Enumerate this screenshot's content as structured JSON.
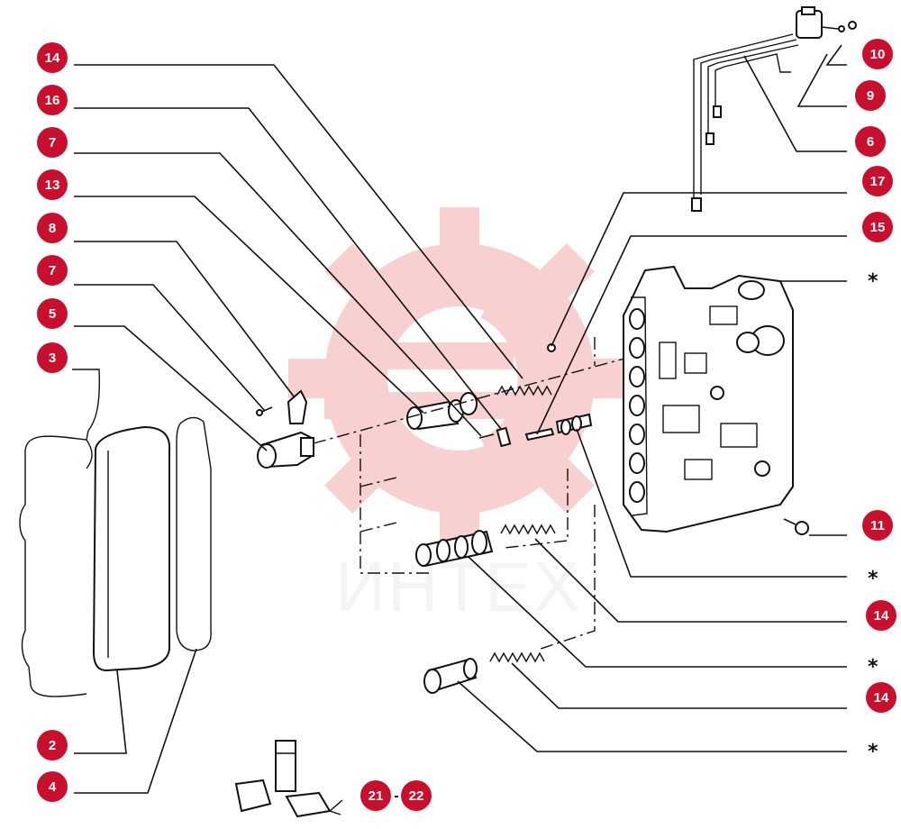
{
  "watermark": {
    "text": "ИНТЕХ",
    "color": "#e85a5a"
  },
  "callout_color": "#c8102e",
  "callouts": {
    "c14a": "14",
    "c16": "16",
    "c7a": "7",
    "c13": "13",
    "c8": "8",
    "c7b": "7",
    "c5": "5",
    "c3": "3",
    "c2": "2",
    "c4": "4",
    "c21": "21",
    "c22": "22",
    "c10": "10",
    "c9": "9",
    "c6": "6",
    "c17": "17",
    "c15": "15",
    "c11": "11",
    "c14b": "14",
    "c14c": "14"
  },
  "stars": {
    "s1": "*",
    "s2": "*",
    "s3": "*",
    "s4": "*"
  },
  "connector_text": "-"
}
